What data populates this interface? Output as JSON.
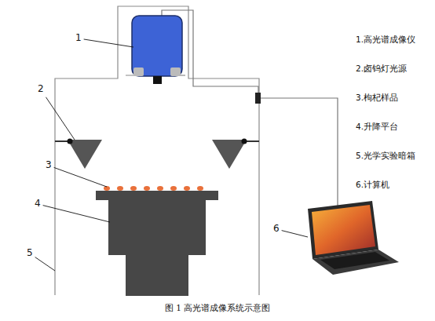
{
  "diagram": {
    "caption": "图 1 高光谱成像系统示意图",
    "labels": [
      "1",
      "2",
      "3",
      "4",
      "5",
      "6",
      "1.高光谱成像仪",
      "2.卤钨灯光源",
      "3.枸杞样品",
      "4.升降平台",
      "5.光学实验暗箱",
      "6.计算机"
    ]
  }
}
